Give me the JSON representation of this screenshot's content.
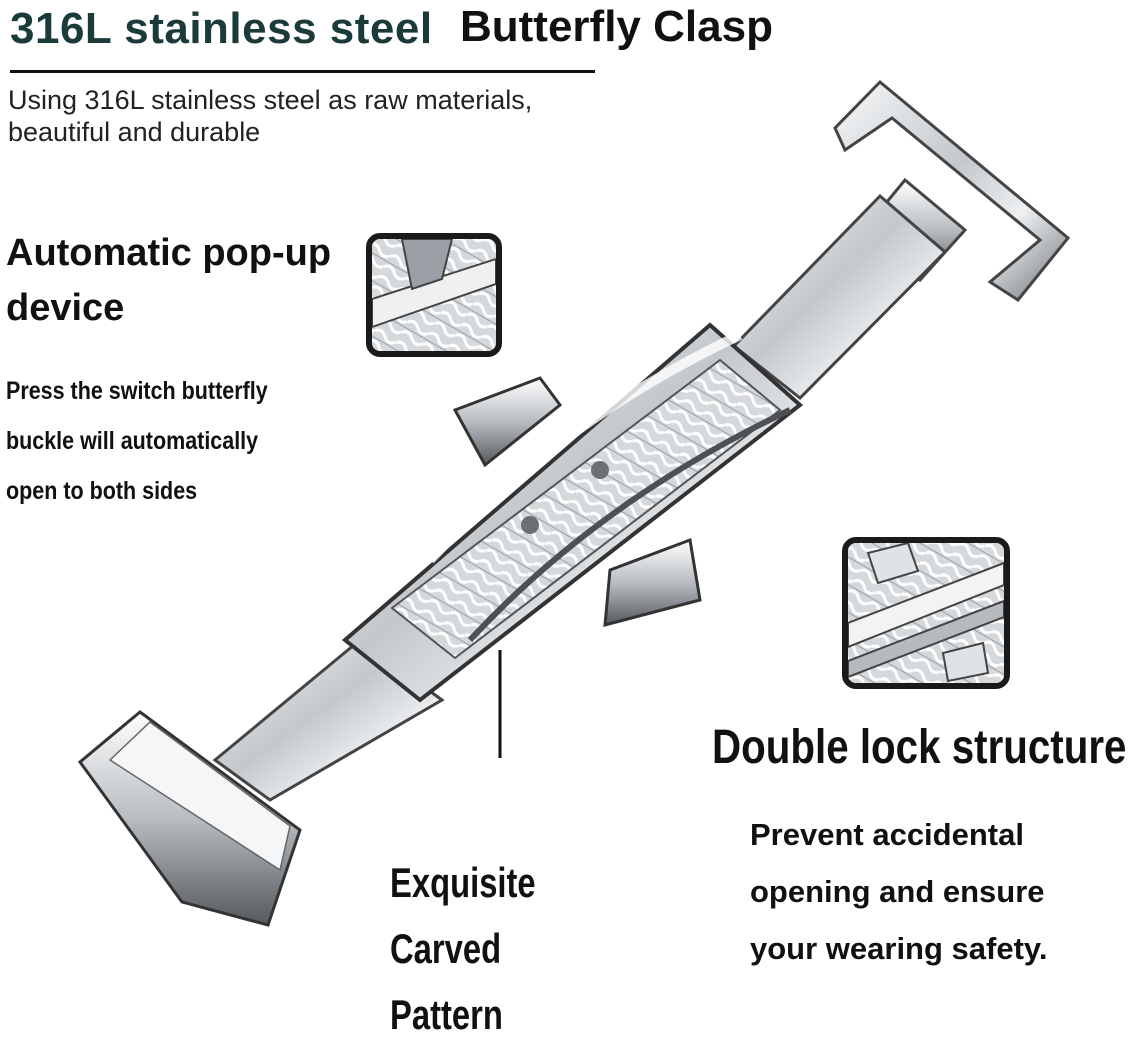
{
  "header": {
    "material": "316L stainless steel",
    "product": "Butterfly Clasp",
    "subtitle_line1": "Using 316L stainless steel as raw materials,",
    "subtitle_line2": "beautiful and durable"
  },
  "features": {
    "popup": {
      "title_line1": "Automatic pop-up",
      "title_line2": "device",
      "desc_line1": "Press the switch butterfly",
      "desc_line2": "buckle will automatically",
      "desc_line3": "open to both sides"
    },
    "lock": {
      "title": "Double lock structure",
      "desc_line1": "Prevent accidental",
      "desc_line2": "opening and ensure",
      "desc_line3": "your wearing safety."
    },
    "carved": {
      "line1": "Exquisite Carved",
      "line2": "Pattern"
    }
  },
  "colors": {
    "steel_light": "#f4f5f6",
    "steel_mid": "#b9bec3",
    "steel_dark": "#5d6166",
    "heading": "#1b3a3a"
  }
}
